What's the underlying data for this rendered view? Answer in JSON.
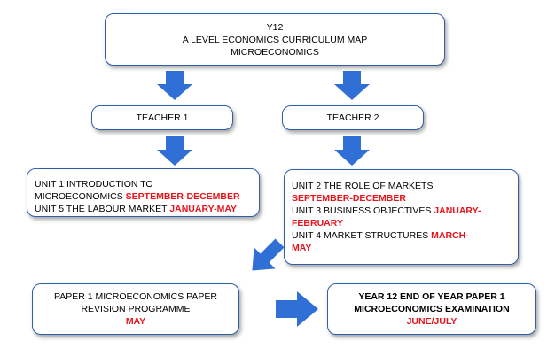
{
  "title_box": {
    "line1": "Y12",
    "line2": "A LEVEL ECONOMICS  CURRICULUM MAP",
    "line3": "MICROECONOMICS"
  },
  "teacher1": {
    "label": "TEACHER 1"
  },
  "teacher2": {
    "label": "TEACHER 2"
  },
  "teacher1_units": {
    "unit1_a": "UNIT 1 INTRODUCTION  TO",
    "unit1_b": "MICROECONOMICS ",
    "unit1_date": "SEPTEMBER-DECEMBER",
    "unit5": "UNIT 5 THE LABOUR MARKET ",
    "unit5_date": "JANUARY-MAY"
  },
  "teacher2_units": {
    "unit2": "UNIT 2 THE ROLE OF MARKETS",
    "unit2_date": "SEPTEMBER-DECEMBER",
    "unit3": "UNIT 3 BUSINESS OBJECTIVES ",
    "unit3_date_a": "JANUARY-",
    "unit3_date_b": "FEBRUARY",
    "unit4": "UNIT 4 MARKET STRUCTURES ",
    "unit4_date_a": "MARCH-",
    "unit4_date_b": "MAY"
  },
  "revision_box": {
    "line1": "PAPER 1 MICROECONOMICS  PAPER",
    "line2": "REVISION PROGRAMME",
    "date": "MAY"
  },
  "exam_box": {
    "line1": "YEAR 12 END OF YEAR PAPER 1",
    "line2": "MICROECONOMICS  EXAMINATION",
    "date": "JUNE/JULY"
  },
  "colors": {
    "arrow": "#2f6fd6",
    "box_border": "#2e5fa8",
    "date_text": "#e8141c"
  }
}
